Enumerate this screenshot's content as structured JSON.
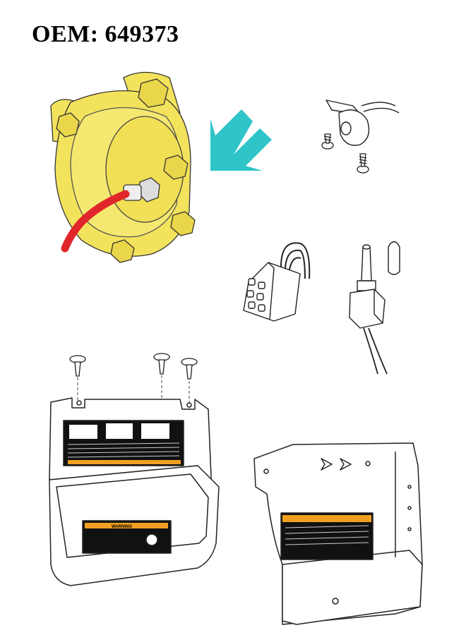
{
  "title": "OEM: 649373",
  "colors": {
    "highlight_yellow": "#f3e35c",
    "arrow_teal": "#2ec4c8",
    "cable_red": "#e0262b",
    "label_black": "#111111",
    "warning_orange": "#f0a020"
  },
  "labels": {
    "warning": "WARNING"
  },
  "icons": [
    "solenoid",
    "pointer-arrow",
    "micro-switch",
    "screw",
    "wire-connector",
    "toggle-switch",
    "rubber-boot",
    "push-rivet",
    "bracket-panel"
  ]
}
